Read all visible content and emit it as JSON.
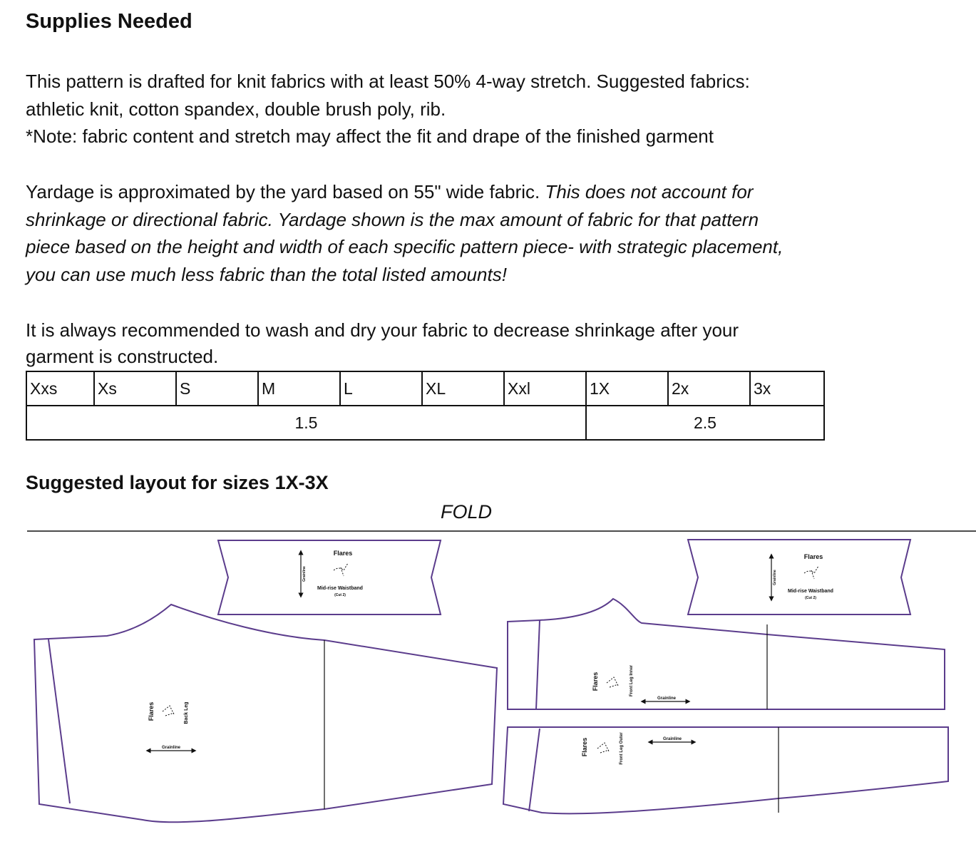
{
  "title": "Supplies Needed",
  "intro": {
    "line1": "This pattern is drafted for knit fabrics with at least 50% 4-way stretch. Suggested fabrics:",
    "line2": "athletic knit, cotton spandex, double brush poly, rib.",
    "note": "*Note: fabric content and stretch may affect the fit and drape of the finished garment"
  },
  "yardage": {
    "normal": "Yardage is approximated by the yard based on 55\" wide fabric. ",
    "italic1": "This does not account for",
    "italic2": "shrinkage or directional fabric. Yardage shown is the max amount of fabric for that pattern",
    "italic3": "piece based on the height and width of each specific pattern piece- with strategic placement,",
    "italic4": "you can use much less fabric than the total listed amounts!"
  },
  "wash": {
    "line1": "It is always recommended to wash and dry your fabric to decrease shrinkage after your",
    "line2": "garment is constructed."
  },
  "table": {
    "sizes": [
      "Xxs",
      "Xs",
      "S",
      "M",
      "L",
      "XL",
      "Xxl",
      "1X",
      "2x",
      "3x"
    ],
    "yardage_small": "1.5",
    "yardage_plus": "2.5"
  },
  "layout": {
    "heading": "Suggested layout for sizes 1X-3X",
    "fold_label": "FOLD",
    "brand": "Flares",
    "waistband": "Mid-rise Waistband",
    "cut": "(Cut 2)",
    "grainline": "Grainline",
    "back_leg": "Back Leg",
    "front_leg_inner": "Front Leg Inner",
    "front_leg_outer": "Front Leg Outer"
  },
  "colors": {
    "pattern_outline": "#5b3c8c"
  }
}
